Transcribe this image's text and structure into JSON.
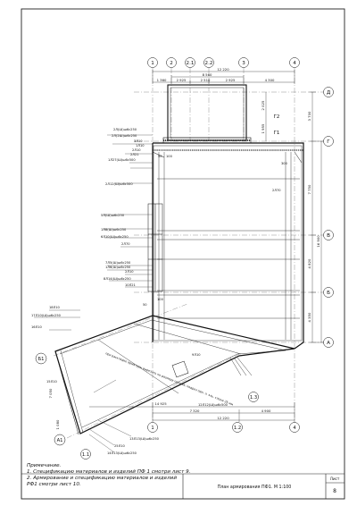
{
  "axes_top": [
    "1",
    "2",
    "2.1",
    "2.2",
    "3",
    "4"
  ],
  "axes_right": [
    "Д",
    "Г",
    "В",
    "Б",
    "А"
  ],
  "axes_left": [
    "Б1",
    "А1"
  ],
  "axes_bottom": [
    "1",
    "1.1",
    "1.2",
    "1.3",
    "4"
  ],
  "top_dims": {
    "overall": "12 220",
    "tower": "8 560",
    "row": [
      "1 360",
      "2 925",
      "2 510",
      "2 925",
      "4 300"
    ]
  },
  "right_dims": {
    "overall": "16 900",
    "segments": [
      "3 700",
      "7 750",
      "4 820",
      "4 350"
    ],
    "tower": [
      "2 025",
      "1 955"
    ]
  },
  "tower_labels": [
    "Г2",
    "Г1"
  ],
  "bottom_dims": [
    "14 925",
    "7 320",
    "4 900",
    "12 220"
  ],
  "left_dims": [
    "7 050",
    "1 080"
  ],
  "rebar_callouts": [
    "2Л(Ш)ш6с250",
    "2Л(2Ш)ш6с250",
    "3Л10",
    "1Л10",
    "2Л10",
    "2Л21",
    "1Л27(Ш)ш6с500",
    "2Л12(Ш)ш6с500",
    "5Л(Ш)ш6с250",
    "1Л8(Ш)ш6с250",
    "6Л10(Ш)ш6с250",
    "2Л70",
    "7Л5(Ш)ш6с250",
    "1Л6(Ш)ш6с250",
    "2Л10",
    "8Л14(Ш)ш6с250",
    "10Л21",
    "18Л10",
    "17Л10(Ш)ш6с250",
    "16Л10",
    "15Л10",
    "12Л12(Ш)ш6с500",
    "13Л13(Ш)ш6с250",
    "25Л10",
    "14Л13(Ш)ш6с250"
  ],
  "inner_labels": [
    "2Л70",
    "300",
    "50",
    "100",
    "50",
    "100",
    "9Л10"
  ],
  "opening_note": "при раскладке арматуры вырезать по размеру проема; подрез одн. л. эль. слоем 25 мм",
  "notes_title": "Примечание.",
  "notes": [
    "1. Спецификацию материалов и изделий ПФ 1 смотри лист 9.",
    "2. Армирование и спецификацию материалов и изделий",
    "РФ1 смотри лист 10."
  ],
  "title_block": {
    "title": "План армирования ПФ1. М 1:100",
    "sheet_label": "Лист",
    "sheet_number": "8"
  }
}
